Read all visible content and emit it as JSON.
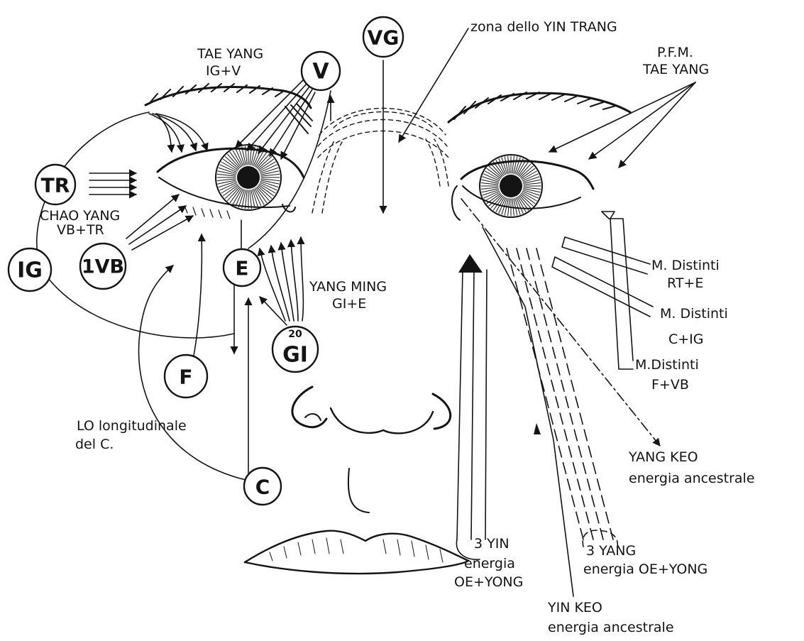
{
  "nodes": {
    "vg": "VG",
    "v": "V",
    "tr": "TR",
    "ig": "IG",
    "vb": "1VB",
    "e": "E",
    "gi": "GI",
    "gi_sup": "20",
    "f": "F",
    "c": "C"
  },
  "labels": {
    "yin_trang": "zona dello YIN TRANG",
    "tae_yang_1": "TAE YANG",
    "tae_yang_2": "IG+V",
    "pfm_1": "P.F.M.",
    "pfm_2": "TAE YANG",
    "chao_1": "CHAO YANG",
    "chao_2": "VB+TR",
    "yang_ming_1": "YANG MING",
    "yang_ming_2": "GI+E",
    "md1_1": "M. Distinti",
    "md1_2": "RT+E",
    "md2_1": "M. Distinti",
    "md2_2": "C+IG",
    "md3_1": "M.Distinti",
    "md3_2": "F+VB",
    "lo_1": "LO longitudinale",
    "lo_2": "del C.",
    "yang_keo_1": "YANG KEO",
    "yang_keo_2": "energia ancestrale",
    "yin3_1": "3 YIN",
    "yin3_2": "energia",
    "yin3_3": "OE+YONG",
    "yang3_1": "3 YANG",
    "yang3_2": "energia OE+YONG",
    "yin_keo_1": "YIN KEO",
    "yin_keo_2": "energia ancestrale"
  },
  "colors": {
    "ink": "#141414",
    "paper": "#ffffff"
  }
}
